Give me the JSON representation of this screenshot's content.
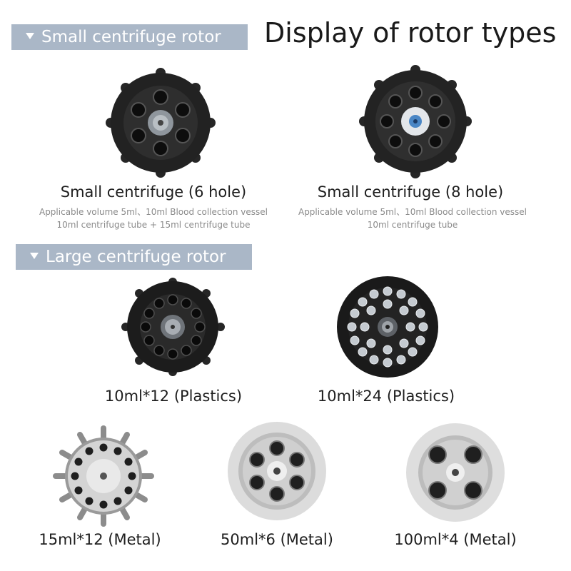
{
  "title": "Display of rotor types",
  "sections": {
    "small": "Small centrifuge rotor",
    "large": "Large centrifuge rotor"
  },
  "rotors": [
    {
      "name": "Small centrifuge (6 hole)",
      "details": [
        "Applicable volume 5ml、10ml Blood collection vessel",
        "10ml centrifuge tube + 15ml centrifuge tube"
      ]
    },
    {
      "name": "Small centrifuge (8 hole)",
      "details": [
        "Applicable volume 5ml、10ml Blood collection vessel",
        "10ml centrifuge tube"
      ]
    },
    {
      "name": "10ml*12 (Plastics)"
    },
    {
      "name": "10ml*24 (Plastics)"
    },
    {
      "name": "15ml*12 (Metal)"
    },
    {
      "name": "50ml*6 (Metal)"
    },
    {
      "name": "100ml*4 (Metal)"
    }
  ],
  "colors": {
    "tag_bg": "#aab7c7",
    "dark_rotor": "#1f1f1f",
    "metal": "#c9c9c9",
    "grey_rotor": "#d9d9d9",
    "tube_clear": "#bfc5cc"
  }
}
